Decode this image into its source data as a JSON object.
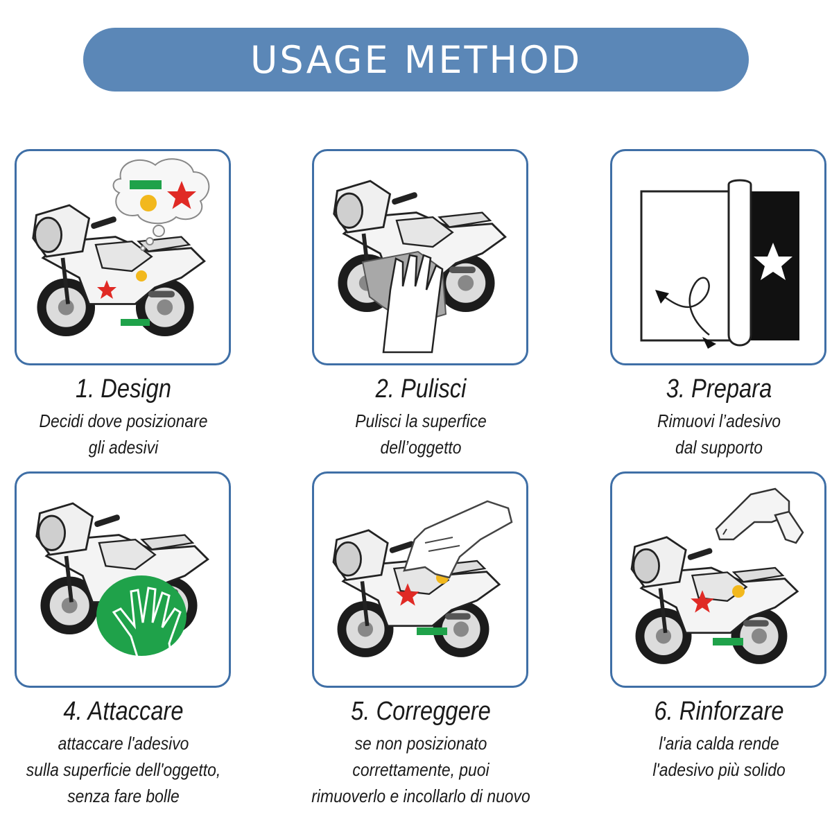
{
  "banner": {
    "title": "USAGE METHOD",
    "color": "#5b87b7"
  },
  "frame_color": "#3f6fa6",
  "steps": [
    {
      "title": "1. Design",
      "desc": [
        "Decidi dove posizionare",
        "gli adesivi"
      ],
      "icon": "motorcycle-thought-bubble-icon"
    },
    {
      "title": "2. Pulisci",
      "desc": [
        "Pulisci la superfice",
        "dell’oggetto"
      ],
      "icon": "hand-cleaning-cloth-icon"
    },
    {
      "title": "3. Prepara",
      "desc": [
        "Rimuovi l’adesivo",
        "dal supporto"
      ],
      "icon": "peel-backing-icon"
    },
    {
      "title": "4. Attaccare",
      "desc": [
        "attaccare l'adesivo",
        "sulla superficie dell'oggetto,",
        "senza fare bolle"
      ],
      "icon": "hand-pressing-sticker-icon"
    },
    {
      "title": "5. Correggere",
      "desc": [
        "se non posizionato",
        "correttamente, puoi",
        "rimuoverlo e incollarlo di nuovo"
      ],
      "icon": "hand-repositioning-icon"
    },
    {
      "title": "6. Rinforzare",
      "desc": [
        "l'aria calda rende",
        "l'adesivo più solido"
      ],
      "icon": "hair-dryer-icon"
    }
  ],
  "sticker_colors": {
    "green": "#1fa24a",
    "yellow": "#f2b81d",
    "red": "#e02a25"
  }
}
